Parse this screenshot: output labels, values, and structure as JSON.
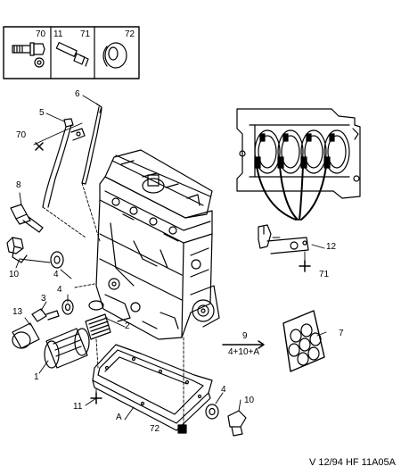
{
  "legend": {
    "items": [
      {
        "id": "70",
        "icon": "flanged-bolt-icon"
      },
      {
        "id": "71",
        "icon": "long-bolt-icon"
      },
      {
        "id": "72",
        "icon": "washer-nut-icon"
      }
    ]
  },
  "callouts": {
    "c1": "1",
    "c2": "2",
    "c3": "3",
    "c4a": "4",
    "c4b": "4",
    "c4c": "4",
    "c5": "5",
    "c6": "6",
    "c7": "7",
    "c8": "8",
    "c9": "9",
    "c94": "4+10+A",
    "c10a": "10",
    "c10b": "10",
    "c11a": "11",
    "c12": "12",
    "c13": "13",
    "c70": "70",
    "c71": "71",
    "c72": "72",
    "cA": "A"
  },
  "footer": {
    "reference": "V 12/94 HF 11A05A"
  }
}
